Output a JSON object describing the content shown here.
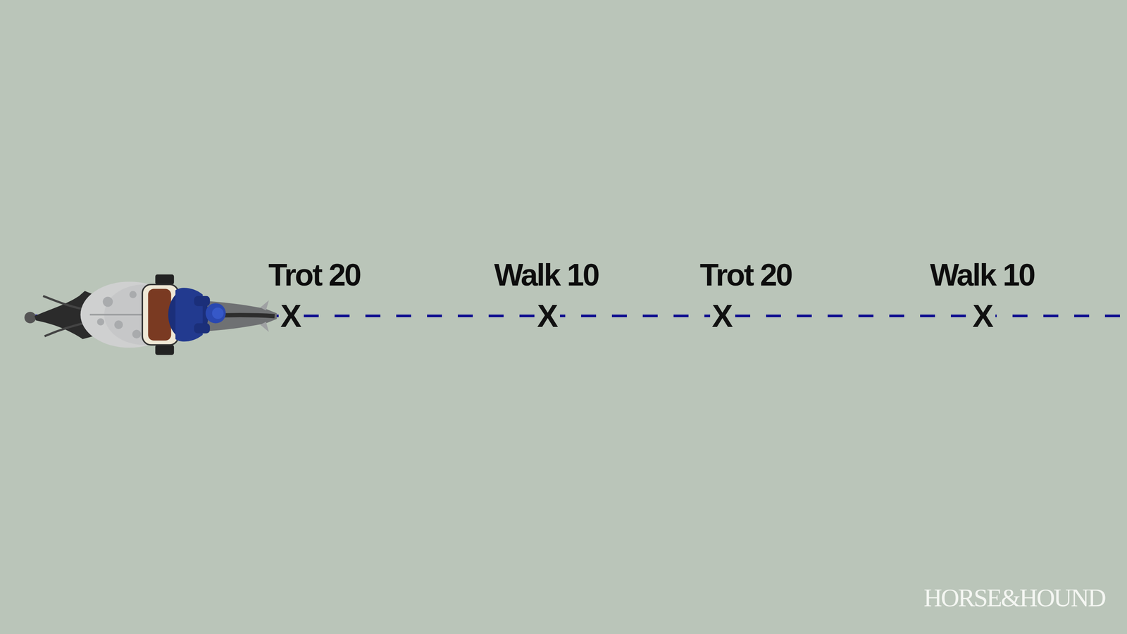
{
  "diagram": {
    "labels": [
      "Trot 20",
      "X",
      "Walk 10",
      "X",
      "Trot 20",
      "X",
      "Walk 10",
      "X",
      "HORSE&HOUND"
    ]
  }
}
